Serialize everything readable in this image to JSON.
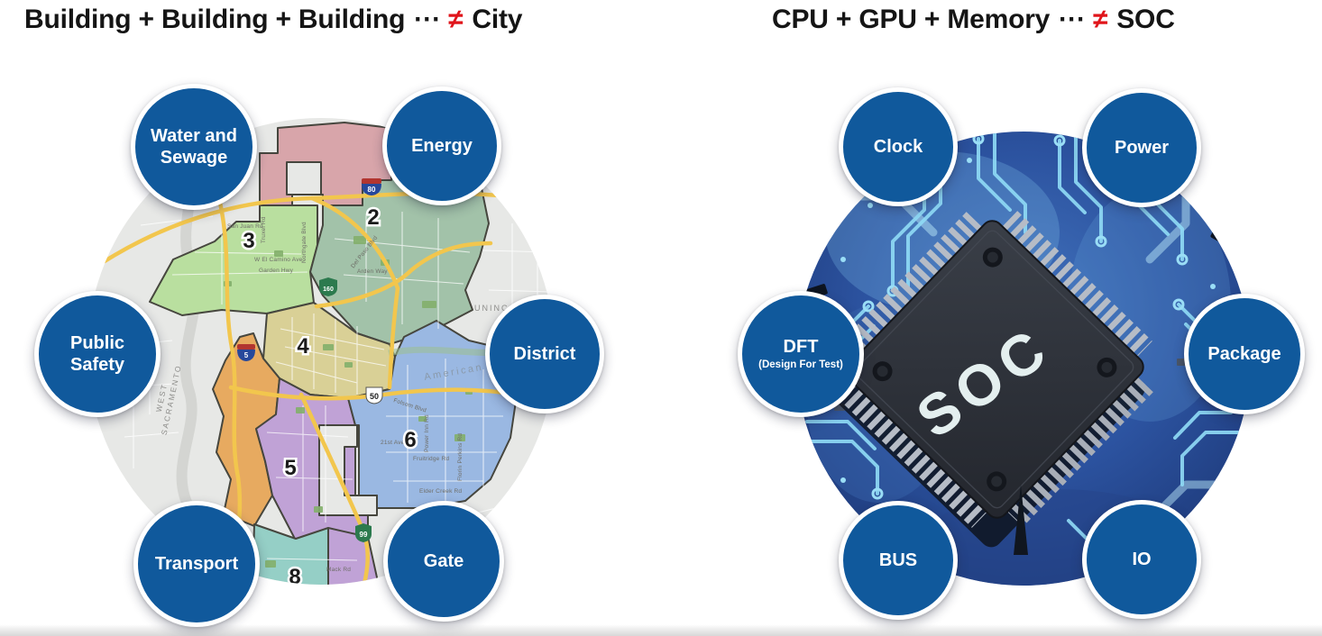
{
  "titles": {
    "left": {
      "sum": "Building + Building + Building",
      "dots": "⋯",
      "neq": "≠",
      "result": "City"
    },
    "right": {
      "sum": "CPU + GPU + Memory",
      "dots": "⋯",
      "neq": "≠",
      "result": "SOC"
    }
  },
  "left_nodes": [
    {
      "label": "Water and Sewage",
      "sub": ""
    },
    {
      "label": "Energy",
      "sub": ""
    },
    {
      "label": "Public Safety",
      "sub": ""
    },
    {
      "label": "District",
      "sub": ""
    },
    {
      "label": "Transport",
      "sub": ""
    },
    {
      "label": "Gate",
      "sub": ""
    }
  ],
  "right_nodes": [
    {
      "label": "Clock",
      "sub": ""
    },
    {
      "label": "Power",
      "sub": ""
    },
    {
      "label": "DFT",
      "sub": "(Design For Test)"
    },
    {
      "label": "Package",
      "sub": ""
    },
    {
      "label": "BUS",
      "sub": ""
    },
    {
      "label": "IO",
      "sub": ""
    }
  ],
  "map": {
    "district_numbers": [
      "2",
      "3",
      "4",
      "5",
      "6",
      "8"
    ],
    "areas": {
      "west_line1": "WEST",
      "west_line2": "SACRAMENTO",
      "unincorporated": "UNINCORPORATED",
      "river": "American River"
    },
    "roads": {
      "san_juan": "San Juan Rd",
      "truxel": "Truxel Rd",
      "el_camino": "W El Camino Ave",
      "garden_hwy": "Garden Hwy",
      "northgate": "Northgate Blvd",
      "del_paso": "Del Paso Blvd",
      "arden": "Arden Way",
      "folsom": "Folsom Blvd",
      "ave_21st": "21st Ave",
      "power_inn": "Power Inn Rd",
      "fruitridge": "Fruitridge Rd",
      "florin_perkins": "Florin Perkins Rd",
      "elder_creek": "Elder Creek Rd",
      "mack": "Mack Rd"
    },
    "shields": {
      "i80": "80",
      "i5": "5",
      "us50": "50",
      "ca160": "160",
      "ca99": "99"
    }
  },
  "chip": {
    "label": "SOC"
  },
  "colors": {
    "node_blue": "#10599c",
    "accent_red": "#e0151b"
  }
}
